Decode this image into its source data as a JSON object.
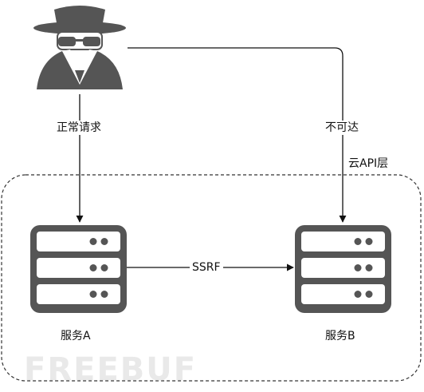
{
  "diagram": {
    "attacker": {
      "icon": "hacker-spy-icon"
    },
    "edges": {
      "normal_request": "正常请求",
      "unreachable": "不可达",
      "ssrf": "SSRF"
    },
    "cloud_layer": {
      "label": "云API层"
    },
    "services": [
      {
        "label": "服务A",
        "icon": "server-icon"
      },
      {
        "label": "服务B",
        "icon": "server-icon"
      }
    ],
    "watermark": "FREEBUF",
    "colors": {
      "server": "#555555",
      "server_light": "#ffffff",
      "line": "#111111",
      "dash": "#333333",
      "watermark": "#e9e9e9"
    }
  }
}
